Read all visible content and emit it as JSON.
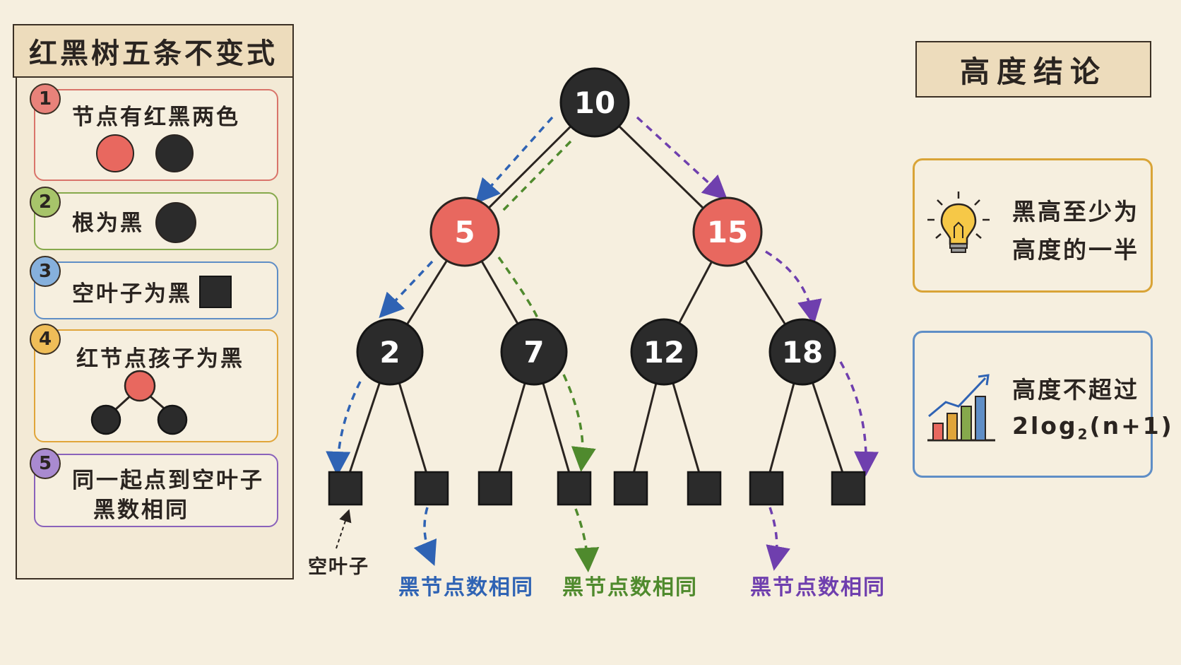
{
  "left_panel": {
    "title": "红黑树五条不变式",
    "rules": [
      {
        "num": "1",
        "text": "节点有红黑两色"
      },
      {
        "num": "2",
        "text": "根为黑"
      },
      {
        "num": "3",
        "text": "空叶子为黑"
      },
      {
        "num": "4",
        "text": "红节点孩子为黑"
      },
      {
        "num": "5",
        "text": "同一起点到空叶子",
        "text2": "黑数相同"
      }
    ]
  },
  "tree": {
    "nodes": [
      {
        "id": "n10",
        "value": "10",
        "color": "black"
      },
      {
        "id": "n5",
        "value": "5",
        "color": "red"
      },
      {
        "id": "n15",
        "value": "15",
        "color": "red"
      },
      {
        "id": "n2",
        "value": "2",
        "color": "black"
      },
      {
        "id": "n7",
        "value": "7",
        "color": "black"
      },
      {
        "id": "n12",
        "value": "12",
        "color": "black"
      },
      {
        "id": "n18",
        "value": "18",
        "color": "black"
      }
    ],
    "null_leaf_label": "空叶子",
    "path_notes": [
      {
        "text": "黑节点数相同",
        "color": "#2f63b4"
      },
      {
        "text": "黑节点数相同",
        "color": "#4f8a2d"
      },
      {
        "text": "黑节点数相同",
        "color": "#6f3fae"
      }
    ]
  },
  "right_panel": {
    "title": "高度结论",
    "card1": {
      "icon": "lightbulb-icon",
      "line1": "黑高至少为",
      "line2": "高度的一半"
    },
    "card2": {
      "icon": "bar-chart-icon",
      "line1": "高度不超过",
      "line2_prefix": "2log",
      "line2_sub": "2",
      "line2_suffix": "(n+1)"
    }
  },
  "colors": {
    "red_node": "#e8685f",
    "black_node": "#2b2b2b",
    "blue": "#2f63b4",
    "green": "#4f8a2d",
    "purple": "#6f3fae",
    "rule1": "#d9746a",
    "rule2": "#86a94c",
    "rule3": "#5f8ec6",
    "rule4": "#e0a53a",
    "rule5": "#8a62bb"
  }
}
